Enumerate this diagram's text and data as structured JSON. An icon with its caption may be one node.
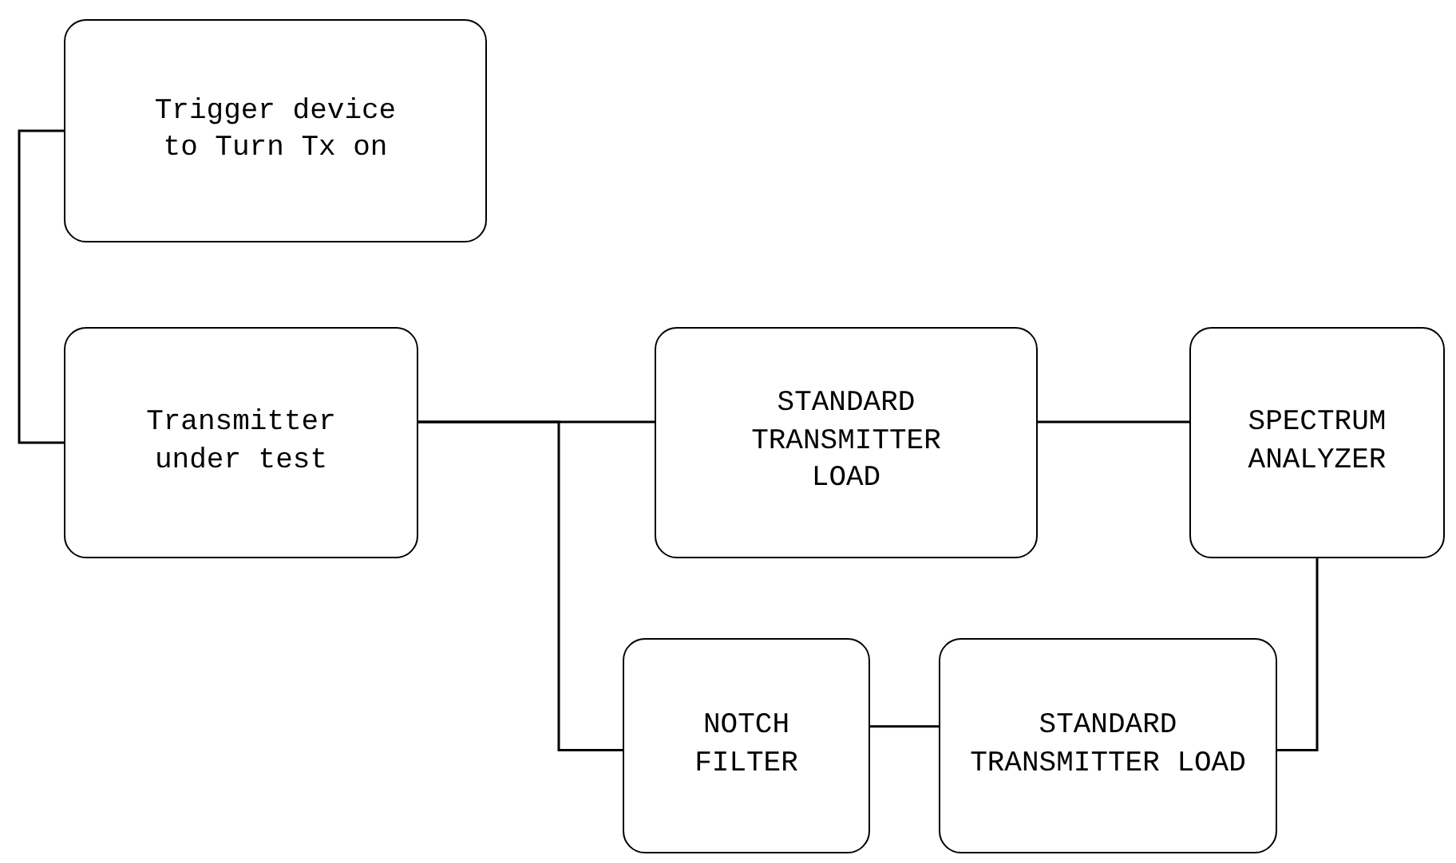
{
  "diagram": {
    "nodes": [
      {
        "text": [
          "Trigger device to Turn Tx on"
        ]
      },
      {
        "text": [
          "Transmitter under test"
        ]
      },
      {
        "text": [
          "STANDARD TRANSMITTER LOAD"
        ]
      },
      {
        "text": [
          "SPECTRUM ANALYZER"
        ]
      },
      {
        "text": [
          "NOTCH FILTER"
        ]
      },
      {
        "text": [
          "STANDARD TRANSMITTER LOAD"
        ]
      }
    ],
    "edges": [
      {
        "from": 0,
        "to": 1,
        "arrow": "none"
      },
      {
        "from": 1,
        "to": 2,
        "arrow": "none"
      },
      {
        "from": 2,
        "to": 3,
        "arrow": "none"
      },
      {
        "from": 1,
        "to": 4,
        "arrow": "none"
      },
      {
        "from": 4,
        "to": 5,
        "arrow": "none"
      },
      {
        "from": 5,
        "to": 3,
        "arrow": "none"
      }
    ]
  }
}
